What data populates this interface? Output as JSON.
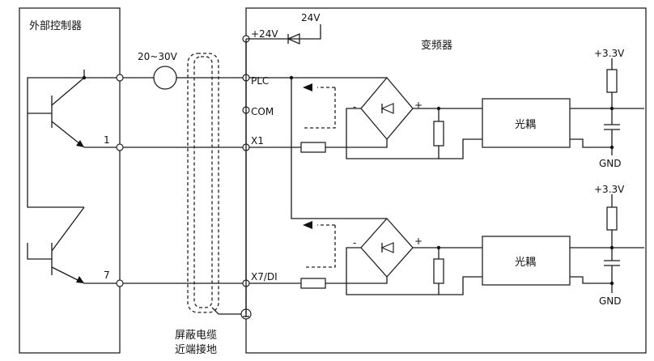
{
  "labels": {
    "ext_controller": "外部控制器",
    "vfd": "变频器",
    "voltage_range": "20~30V",
    "v24_top": "24V",
    "plus24": "+24V",
    "plc": "PLC",
    "com": "COM",
    "x1": "X1",
    "x7": "X7/DI",
    "term1": "1",
    "term7": "7",
    "v33_a": "+3.3V",
    "v33_b": "+3.3V",
    "gnd_a": "GND",
    "gnd_b": "GND",
    "opto_a": "光耦",
    "opto_b": "光耦",
    "shield_line1": "屏蔽电缆",
    "shield_line2": "近端接地",
    "minus_a": "-",
    "plus_a": "+",
    "minus_b": "-",
    "plus_b": "+"
  }
}
